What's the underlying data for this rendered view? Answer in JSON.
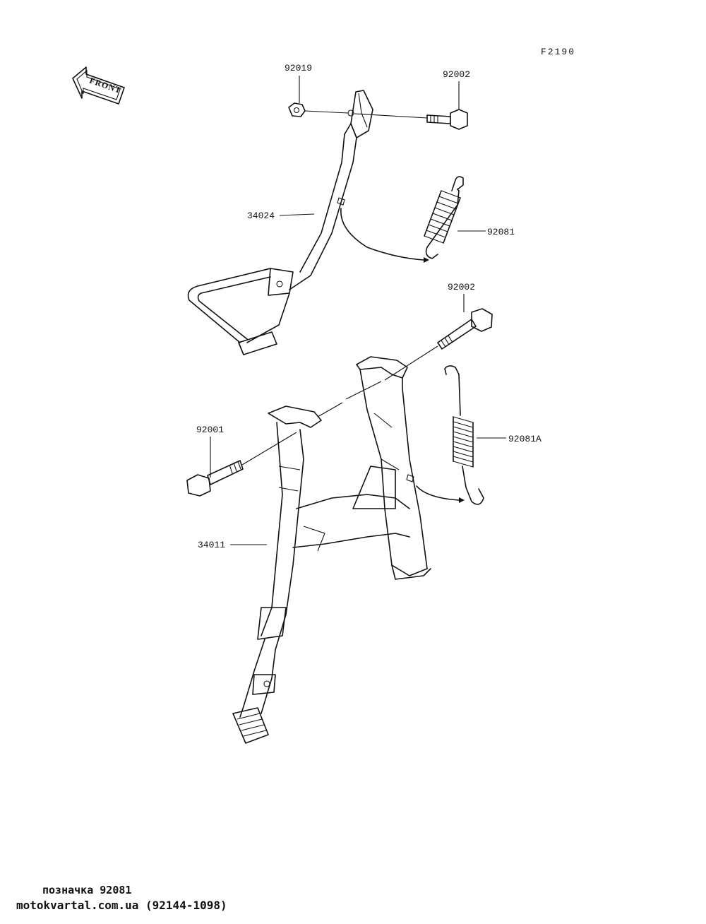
{
  "figure_code": "F2190",
  "front_label": "FRONT",
  "labels": {
    "bolt_upper": "92002",
    "nut": "92019",
    "side_stand": "34024",
    "spring_upper": "92081",
    "bolt_lower_right": "92002",
    "bolt_lower_left": "92001",
    "spring_lower": "92081A",
    "center_stand": "34011"
  },
  "caption": "позначка 92081",
  "watermark": "motokvartal.com.ua (92144-1098)"
}
